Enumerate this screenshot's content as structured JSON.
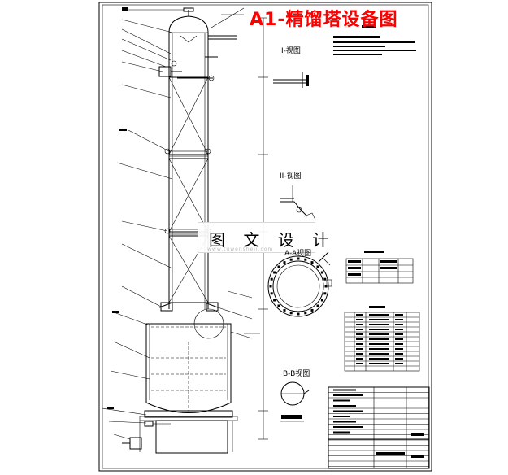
{
  "drawing": {
    "title": "A1-精馏塔设备图",
    "watermark": "图 文 设 计",
    "watermark_url": "www.tuwensheji.com",
    "views": {
      "view_1": "I-视图",
      "view_2": "II-视图",
      "section_aa": "A-A视图",
      "section_bb": "B-B视图"
    }
  },
  "colors": {
    "title": "#ff0000",
    "line": "#000000",
    "background": "#ffffff"
  }
}
